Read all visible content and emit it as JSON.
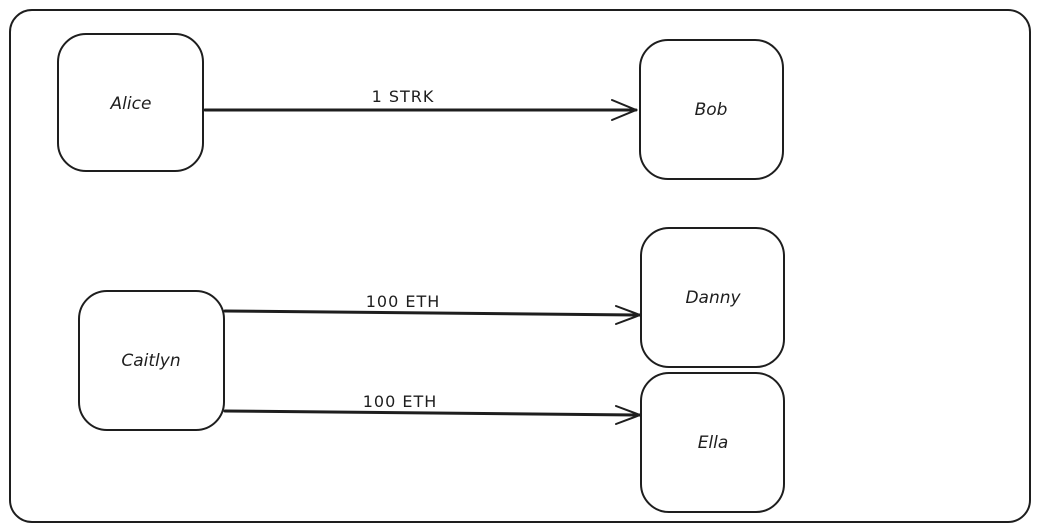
{
  "nodes": {
    "alice": "Alice",
    "bob": "Bob",
    "caitlyn": "Caitlyn",
    "danny": "Danny",
    "ella": "Ella"
  },
  "edges": {
    "alice_bob": "1 STRK",
    "caitlyn_danny": "100 ETH",
    "caitlyn_ella": "100 ETH"
  },
  "colors": {
    "stroke": "#1e1e1e",
    "background": "#ffffff"
  }
}
